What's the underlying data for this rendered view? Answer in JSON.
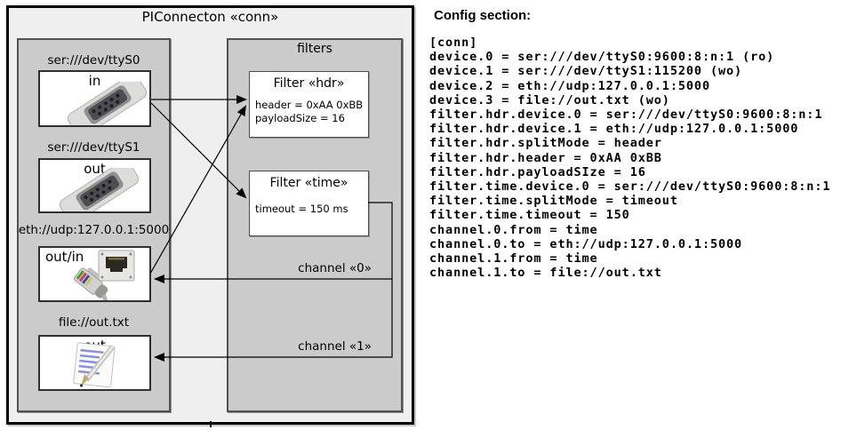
{
  "diagram": {
    "title": "PIConnecton «conn»",
    "devices": [
      {
        "label": "ser:///dev/ttyS0",
        "direction": "in",
        "icon": "serial-connector-icon"
      },
      {
        "label": "ser:///dev/ttyS1",
        "direction": "out",
        "icon": "serial-connector-icon"
      },
      {
        "label": "eth://udp:127.0.0.1:5000",
        "direction": "out/in",
        "icon": "ethernet-connector-icon"
      },
      {
        "label": "file://out.txt",
        "direction": "out",
        "icon": "notepad-pencil-icon"
      }
    ],
    "filters_group_title": "filters",
    "filters": [
      {
        "title": "Filter «hdr»",
        "props": [
          "header = 0xAA 0xBB",
          "payloadSize = 16"
        ]
      },
      {
        "title": "Filter «time»",
        "props": [
          "timeout = 150 ms"
        ]
      }
    ],
    "channels": [
      {
        "label": "channel «0»"
      },
      {
        "label": "channel «1»"
      }
    ]
  },
  "config": {
    "heading": "Config section:",
    "lines": [
      "[conn]",
      "device.0 = ser:///dev/ttyS0:9600:8:n:1 (ro)",
      "device.1 = ser:///dev/ttyS1:115200 (wo)",
      "device.2 = eth://udp:127.0.0.1:5000",
      "device.3 = file://out.txt (wo)",
      "filter.hdr.device.0 = ser:///dev/ttyS0:9600:8:n:1",
      "filter.hdr.device.1 = eth://udp:127.0.0.1:5000",
      "filter.hdr.splitMode = header",
      "filter.hdr.header = 0xAA 0xBB",
      "filter.hdr.payloadSIze = 16",
      "filter.time.device.0 = ser:///dev/ttyS0:9600:8:n:1",
      "filter.time.splitMode = timeout",
      "filter.time.timeout = 150",
      "channel.0.from = time",
      "channel.0.to = eth://udp:127.0.0.1:5000",
      "channel.1.from = time",
      "channel.1.to = file://out.txt"
    ]
  },
  "colors": {
    "outer_fill": "#f0eff0",
    "group_fill": "#cbcbcb",
    "box_fill": "#ffffff",
    "line": "#000000"
  }
}
